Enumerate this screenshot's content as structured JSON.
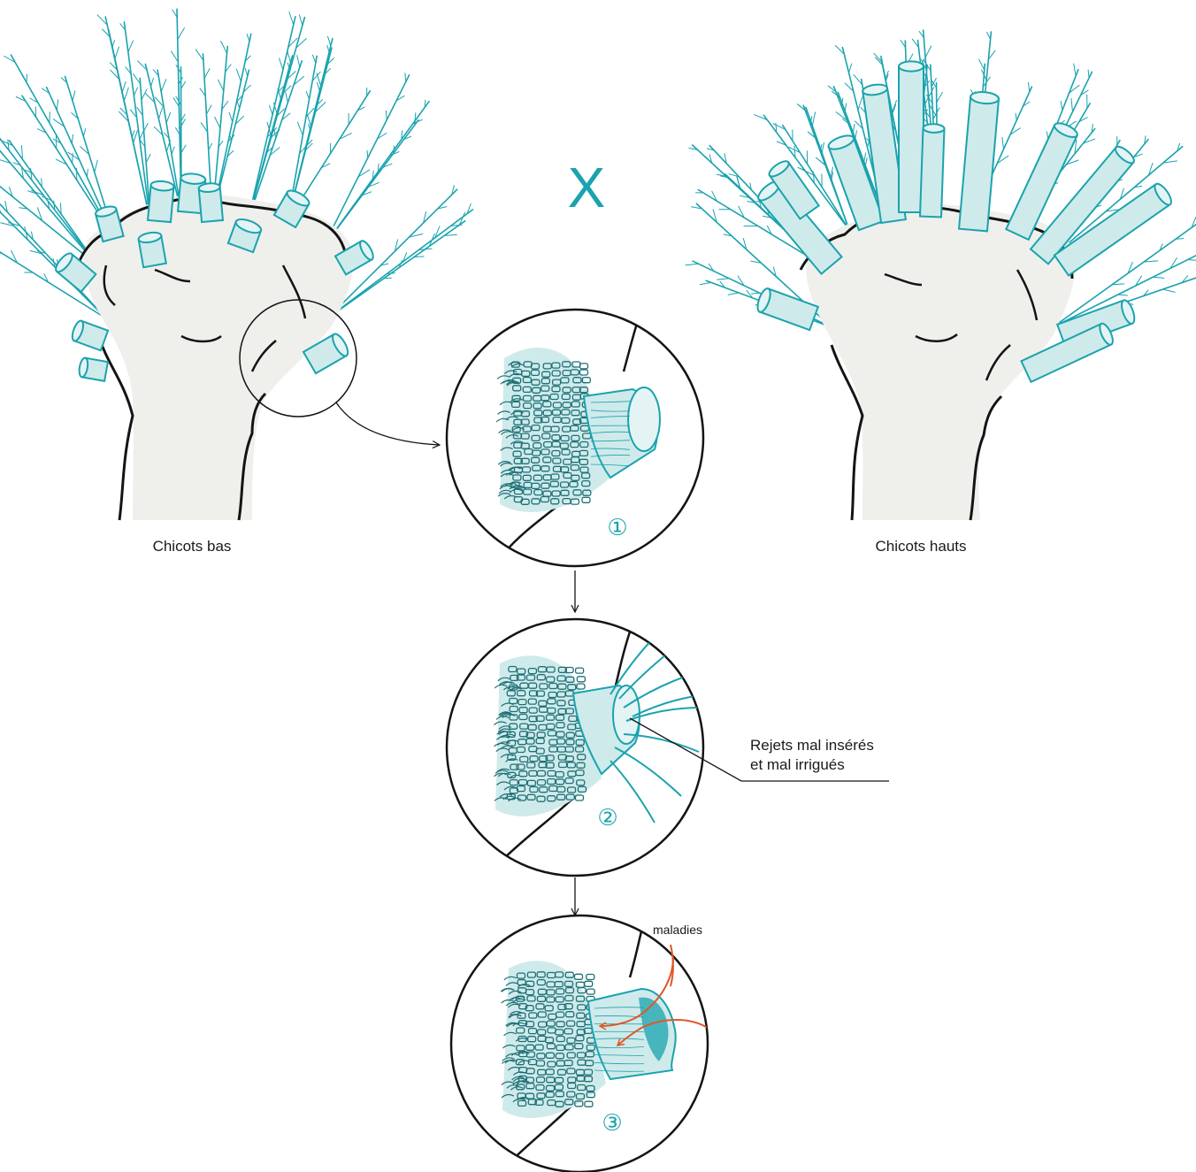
{
  "colors": {
    "teal": "#1aa3ae",
    "teal_fill": "#cfeaea",
    "trunk_fill": "#efefec",
    "ink": "#141414",
    "disease": "#e0572a"
  },
  "labels": {
    "left_tree": "Chicots bas",
    "right_tree": "Chicots hauts",
    "vs_mark": "X",
    "callout": [
      "Rejets mal insérés",
      "et mal irrigués"
    ],
    "disease": "maladies"
  },
  "steps": [
    {
      "number": "①"
    },
    {
      "number": "②"
    },
    {
      "number": "③"
    }
  ]
}
